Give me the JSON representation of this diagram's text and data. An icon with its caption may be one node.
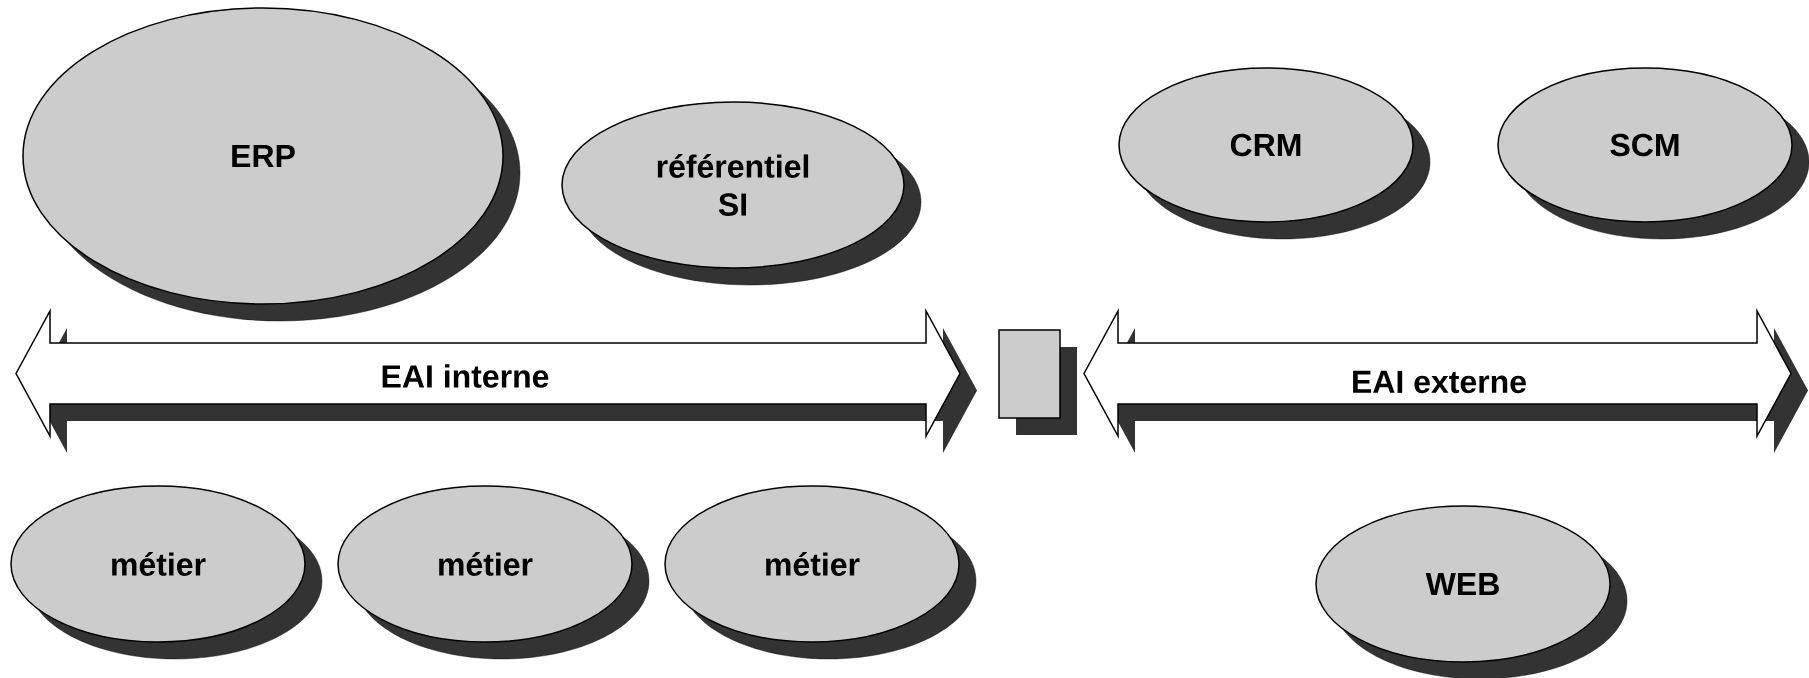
{
  "diagram": {
    "nodes": [
      {
        "text": [
          "ERP"
        ]
      },
      {
        "text": [
          "référentiel SI"
        ]
      },
      {
        "text": [
          "CRM"
        ]
      },
      {
        "text": [
          "SCM"
        ]
      },
      {
        "text": [
          "EAI interne"
        ]
      },
      {
        "text": [],
        "shape": "box"
      },
      {
        "text": [
          "EAI externe"
        ]
      },
      {
        "text": [
          "métier"
        ]
      },
      {
        "text": [
          "métier"
        ]
      },
      {
        "text": [
          "métier"
        ]
      },
      {
        "text": [
          "WEB"
        ]
      }
    ]
  }
}
